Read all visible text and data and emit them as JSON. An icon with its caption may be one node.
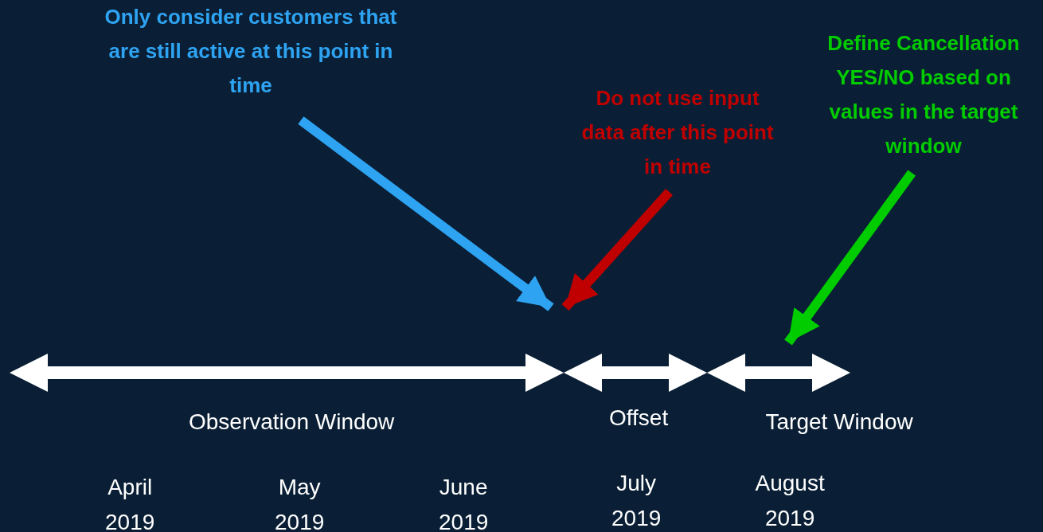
{
  "diagram": {
    "nodes": [
      {
        "text": [
          "Only consider customers that are still active at this point in time"
        ]
      },
      {
        "text": [
          "Do not use input data after this point in time"
        ]
      },
      {
        "text": [
          "Define Cancellation YES/NO based on values in the target window"
        ]
      }
    ],
    "edges": [
      {
        "from": 0,
        "to": null,
        "arrow": "to",
        "color": "#2ea3f2"
      },
      {
        "from": 1,
        "to": null,
        "arrow": "to",
        "color": "#c00000"
      },
      {
        "from": 2,
        "to": null,
        "arrow": "to",
        "color": "#00cc00"
      }
    ],
    "labels": [
      "Observation Window",
      "Offset",
      "Target Window",
      "April 2019",
      "May 2019",
      "June 2019",
      "July 2019",
      "August 2019"
    ]
  }
}
